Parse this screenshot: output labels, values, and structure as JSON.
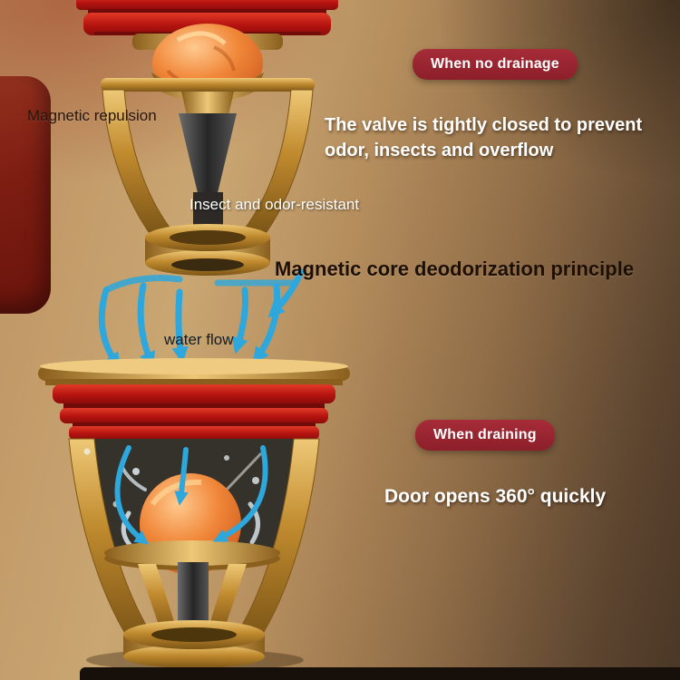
{
  "header": {
    "principle_heading": "Magnetic core deodorization principle"
  },
  "no_drainage_section": {
    "badge_label": "When no drainage",
    "magnetic_label": "Magnetic repulsion",
    "insect_label": "Insect and odor-resistant",
    "description": "The valve is tightly closed to prevent odor, insects and overflow"
  },
  "draining_section": {
    "badge_label": "When draining",
    "water_flow_label": "water flow",
    "description": "Door opens 360° quickly"
  },
  "colors": {
    "badge_background": "#9c2531",
    "flange_red": "#b5130f",
    "body_gold": "#c08a2e",
    "valve_orange": "#f08638",
    "water_arrow_blue": "#2ea7dc",
    "background_tan": "#c9a672",
    "background_brown": "#4a3726",
    "left_accent_red": "#7d1d12"
  }
}
